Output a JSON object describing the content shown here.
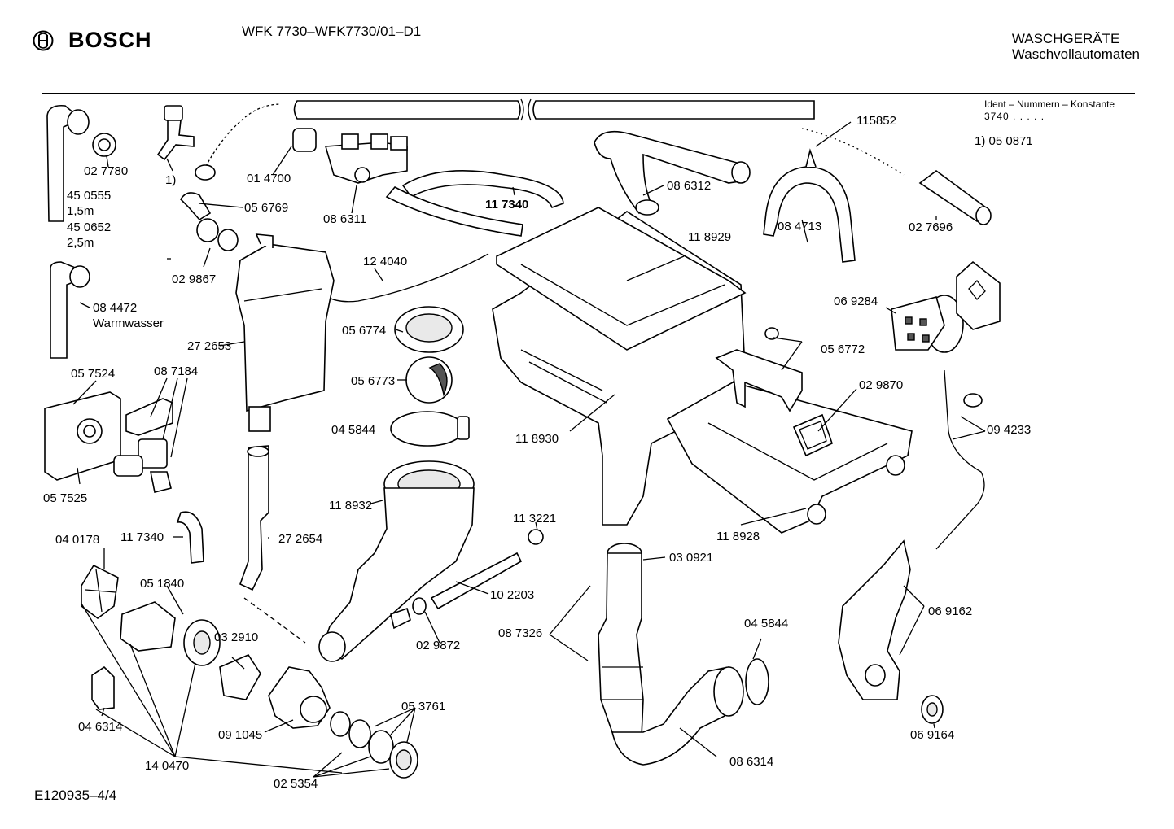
{
  "header": {
    "brand": "BOSCH",
    "model": "WFK 7730–WFK7730/01–D1",
    "category_line1": "WASCHGERÄTE",
    "category_line2": "Waschvollautomaten"
  },
  "ident": {
    "title": "Ident – Nummern – Konstante",
    "constant": "3740  .  .   .  .  .",
    "note": "1)  05 0871"
  },
  "footer": {
    "code": "E120935–4/4"
  },
  "labels": {
    "p027780": "02 7780",
    "p450555": "45 0555",
    "len1": "1,5m",
    "p450652": "45 0652",
    "len2": "2,5m",
    "note1": "1)",
    "p014700": "01 4700",
    "p056769": "05 6769",
    "p086311": "08 6311",
    "p117340a": "11 7340",
    "p086312": "08 6312",
    "p115852": "115852",
    "p084713": "08 4713",
    "p027696": "02 7696",
    "p029867": "02 9867",
    "p124040": "12 4040",
    "p118929": "11 8929",
    "p084472": "08 4472",
    "warm": "Warmwasser",
    "p069284": "06 9284",
    "p056774": "05 6774",
    "p272653": "27 2653",
    "p056772": "05 6772",
    "p056773": "05 6773",
    "p029870": "02 9870",
    "p057524": "05 7524",
    "p087184": "08 7184",
    "p045844a": "04 5844",
    "p118930": "11 8930",
    "p094233": "09 4233",
    "p057525": "05 7525",
    "p118932": "11 8932",
    "p113221": "11 3221",
    "p117340b": "11 7340",
    "p272654": "27 2654",
    "p118928": "11 8928",
    "p040178": "04 0178",
    "p030921": "03 0921",
    "p051840": "05 1840",
    "p102203": "10 2203",
    "p045844b": "04 5844",
    "p069162": "06 9162",
    "p032910": "03 2910",
    "p087326": "08 7326",
    "p029872": "02 9872",
    "p053761": "05 3761",
    "p046314": "04 6314",
    "p091045": "09 1045",
    "p069164": "06 9164",
    "p140470": "14 0470",
    "p086314": "08 6314",
    "p025354": "02 5354"
  }
}
